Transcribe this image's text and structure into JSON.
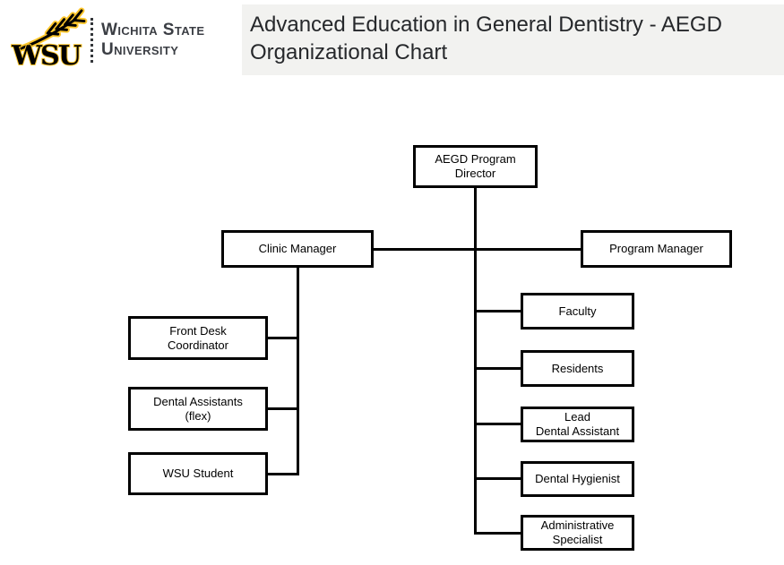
{
  "header": {
    "logo": {
      "acronym": "WSU",
      "institution_line1": "Wichita State",
      "institution_line2": "University"
    },
    "title": "Advanced Education in General Dentistry - AEGD\nOrganizational Chart"
  },
  "chart": {
    "aegd_program_director": "AEGD Program\nDirector",
    "clinic_manager": "Clinic Manager",
    "program_manager": "Program Manager",
    "front_desk_coordinator": "Front Desk\nCoordinator",
    "dental_assistants_flex": "Dental Assistants\n(flex)",
    "wsu_student": "WSU Student",
    "faculty": "Faculty",
    "residents": "Residents",
    "lead_dental_assistant": "Lead\nDental Assistant",
    "dental_hygienist": "Dental Hygienist",
    "administrative_specialist": "Administrative\nSpecialist"
  },
  "hierarchy": {
    "root": "AEGD Program Director",
    "children_of_root": [
      "Clinic Manager",
      "Program Manager",
      "Faculty",
      "Residents",
      "Lead Dental Assistant",
      "Dental Hygienist",
      "Administrative Specialist"
    ],
    "children_of_clinic_manager": [
      "Front Desk Coordinator",
      "Dental Assistants (flex)",
      "WSU Student"
    ]
  },
  "colors": {
    "line": "#000000",
    "node_border": "#000000",
    "title_bg": "#f2f2f0",
    "title_text": "#26282b",
    "institution_text": "#3b3e44",
    "wsu_gold": "#ffc72c",
    "wsu_black": "#000000"
  }
}
